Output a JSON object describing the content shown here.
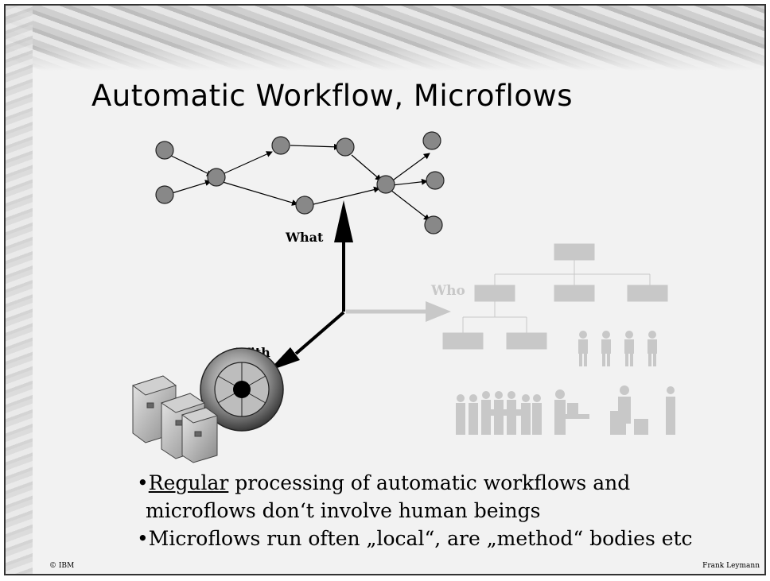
{
  "title": "Automatic Workflow, Microflows",
  "diagram": {
    "what_label": "What",
    "who_label": "Who",
    "with_label": "With"
  },
  "bullets": [
    {
      "marker": "•",
      "underlined": "Regular",
      "line1_rest": " processing of automatic workflows and",
      "line2": "microflows don‘t involve human beings"
    },
    {
      "marker": "•",
      "text": "Microflows run often „local“, are „method“ bodies etc"
    }
  ],
  "footer": {
    "left": "© IBM",
    "right": "Frank Leymann"
  }
}
